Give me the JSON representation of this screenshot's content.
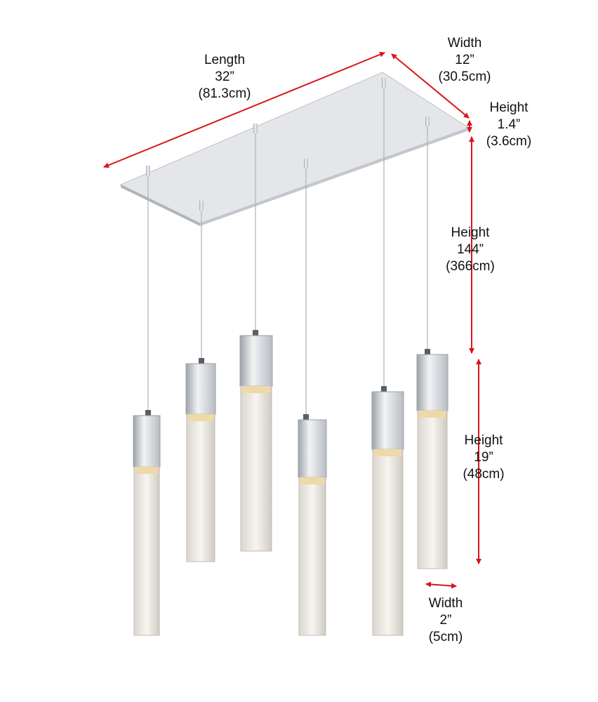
{
  "dimensions": {
    "length": {
      "title": "Length",
      "inches": "32”",
      "cm": "(81.3cm)"
    },
    "width": {
      "title": "Width",
      "inches": "12”",
      "cm": "(30.5cm)"
    },
    "canopy_height": {
      "title": "Height",
      "inches": "1.4”",
      "cm": "(3.6cm)"
    },
    "overall_height": {
      "title": "Height",
      "inches": "144”",
      "cm": "(366cm)"
    },
    "pendant_height": {
      "title": "Height",
      "inches": "19”",
      "cm": "(48cm)"
    },
    "pendant_width": {
      "title": "Width",
      "inches": "2”",
      "cm": "(5cm)"
    }
  },
  "colors": {
    "arrow": "#d8141b",
    "chrome": "#c9ccd1",
    "crystal": "#e8e4dc"
  }
}
